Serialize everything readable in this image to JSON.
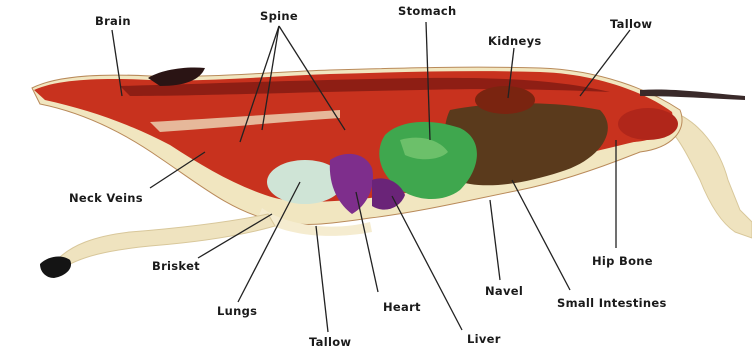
{
  "labels": {
    "brain": "Brain",
    "spine": "Spine",
    "stomach": "Stomach",
    "kidneys": "Kidneys",
    "tallow_top": "Tallow",
    "neck_veins": "Neck Veins",
    "brisket": "Brisket",
    "lungs": "Lungs",
    "tallow_bottom": "Tallow",
    "heart": "Heart",
    "liver": "Liver",
    "navel": "Navel",
    "hip_bone": "Hip Bone",
    "small_intestines": "Small Intestines"
  },
  "colors": {
    "flesh": "#c8321e",
    "muscle_dark": "#8e1e14",
    "fat": "#f1e6c0",
    "leg": "#efe3bf",
    "stomach": "#3fa74e",
    "heart_liver": "#7e2e8c",
    "lungs": "#cfe4d6",
    "hoof": "#141414",
    "leader_line": "#222222"
  }
}
